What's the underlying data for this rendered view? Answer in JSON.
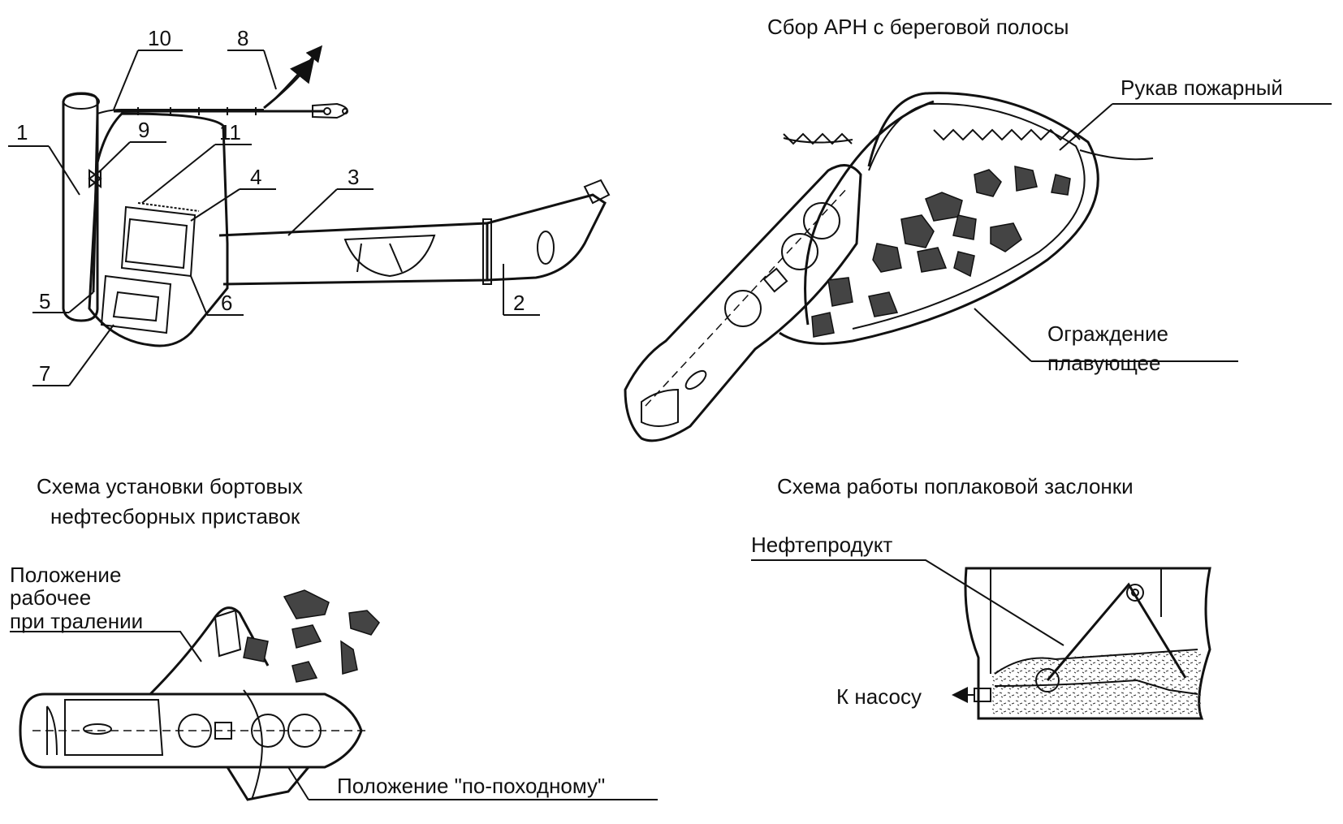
{
  "diagrams": {
    "main_device": {
      "callouts": [
        "1",
        "2",
        "3",
        "4",
        "5",
        "6",
        "7",
        "8",
        "9",
        "10",
        "11"
      ]
    },
    "shore_collection": {
      "title": "Сбор АРН с береговой полосы",
      "label_hose": "Рукав пожарный",
      "label_boom_line1": "Ограждение",
      "label_boom_line2": "плавующее"
    },
    "side_attachments": {
      "title_line1": "Схема установки бортовых",
      "title_line2": "нефтесборных приставок",
      "label_work_line1": "Положение",
      "label_work_line2": "рабочее",
      "label_work_line3": "при тралении",
      "label_transport": "Положение \"по-походному\""
    },
    "float_valve": {
      "title": "Схема работы поплаковой заслонки",
      "label_oil": "Нефтепродукт",
      "label_pump": "К насосу"
    }
  }
}
